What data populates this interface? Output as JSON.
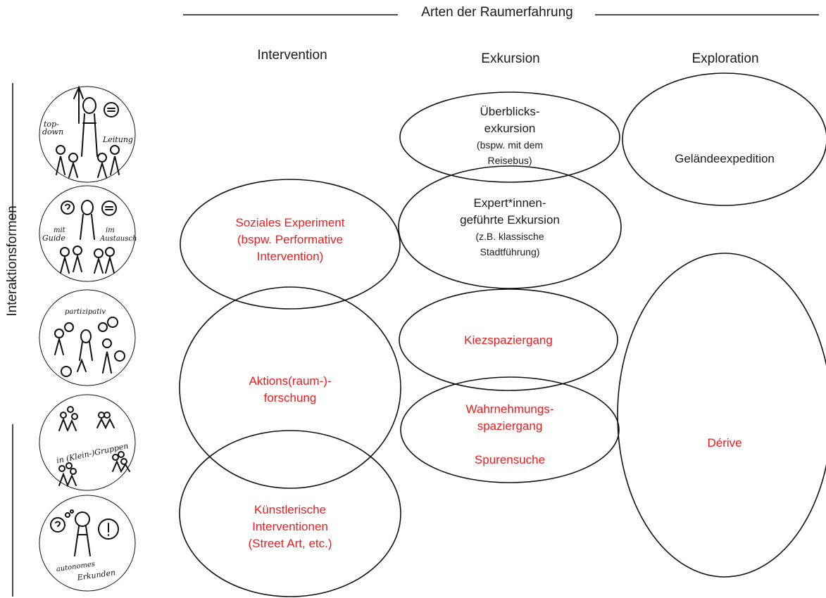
{
  "header": {
    "title": "Arten der Raumerfahrung"
  },
  "columns": [
    "Intervention",
    "Exkursion",
    "Exploration"
  ],
  "side_label": "Interaktionsformen",
  "icons": [
    {
      "name": "top-down-leitung",
      "words": [
        "top-",
        "down",
        "Leitung"
      ]
    },
    {
      "name": "mit-guide-im-austausch",
      "words": [
        "mit",
        "Guide",
        "im",
        "Austausch"
      ]
    },
    {
      "name": "partizipativ",
      "words": [
        "partizipativ"
      ]
    },
    {
      "name": "in-klein-gruppen",
      "words": [
        "in (Klein-)Gruppen"
      ]
    },
    {
      "name": "autonomes-erkunden",
      "words": [
        "autonomes",
        "Erkunden"
      ]
    }
  ],
  "nodes": {
    "ueberblick": {
      "l1": "Überblicks-",
      "l2": "exkursion",
      "s1": "(bspw. mit dem",
      "s2": "Reisebus)"
    },
    "gelaende": {
      "l1": "Geländeexpedition"
    },
    "sozial": {
      "l1": "Soziales Experiment",
      "l2": "(bspw. Performative",
      "l3": "Intervention)"
    },
    "expert": {
      "l1": "Expert*innen-",
      "l2": "geführte Exkursion",
      "s1": "(z.B. klassische",
      "s2": "Stadtführung)"
    },
    "kiez": {
      "l1": "Kiezspaziergang"
    },
    "aktion": {
      "l1": "Aktions(raum-)-",
      "l2": "forschung"
    },
    "wahr": {
      "l1": "Wahrnehmungs-",
      "l2": "spaziergang",
      "l3": "Spurensuche"
    },
    "derive": {
      "l1": "Dérive"
    },
    "kuenst": {
      "l1": "Künstlerische",
      "l2": "Interventionen",
      "l3": "(Street Art, etc.)"
    }
  },
  "colors": {
    "highlight": "#ee1c1c",
    "text": "#1a1a1a"
  }
}
